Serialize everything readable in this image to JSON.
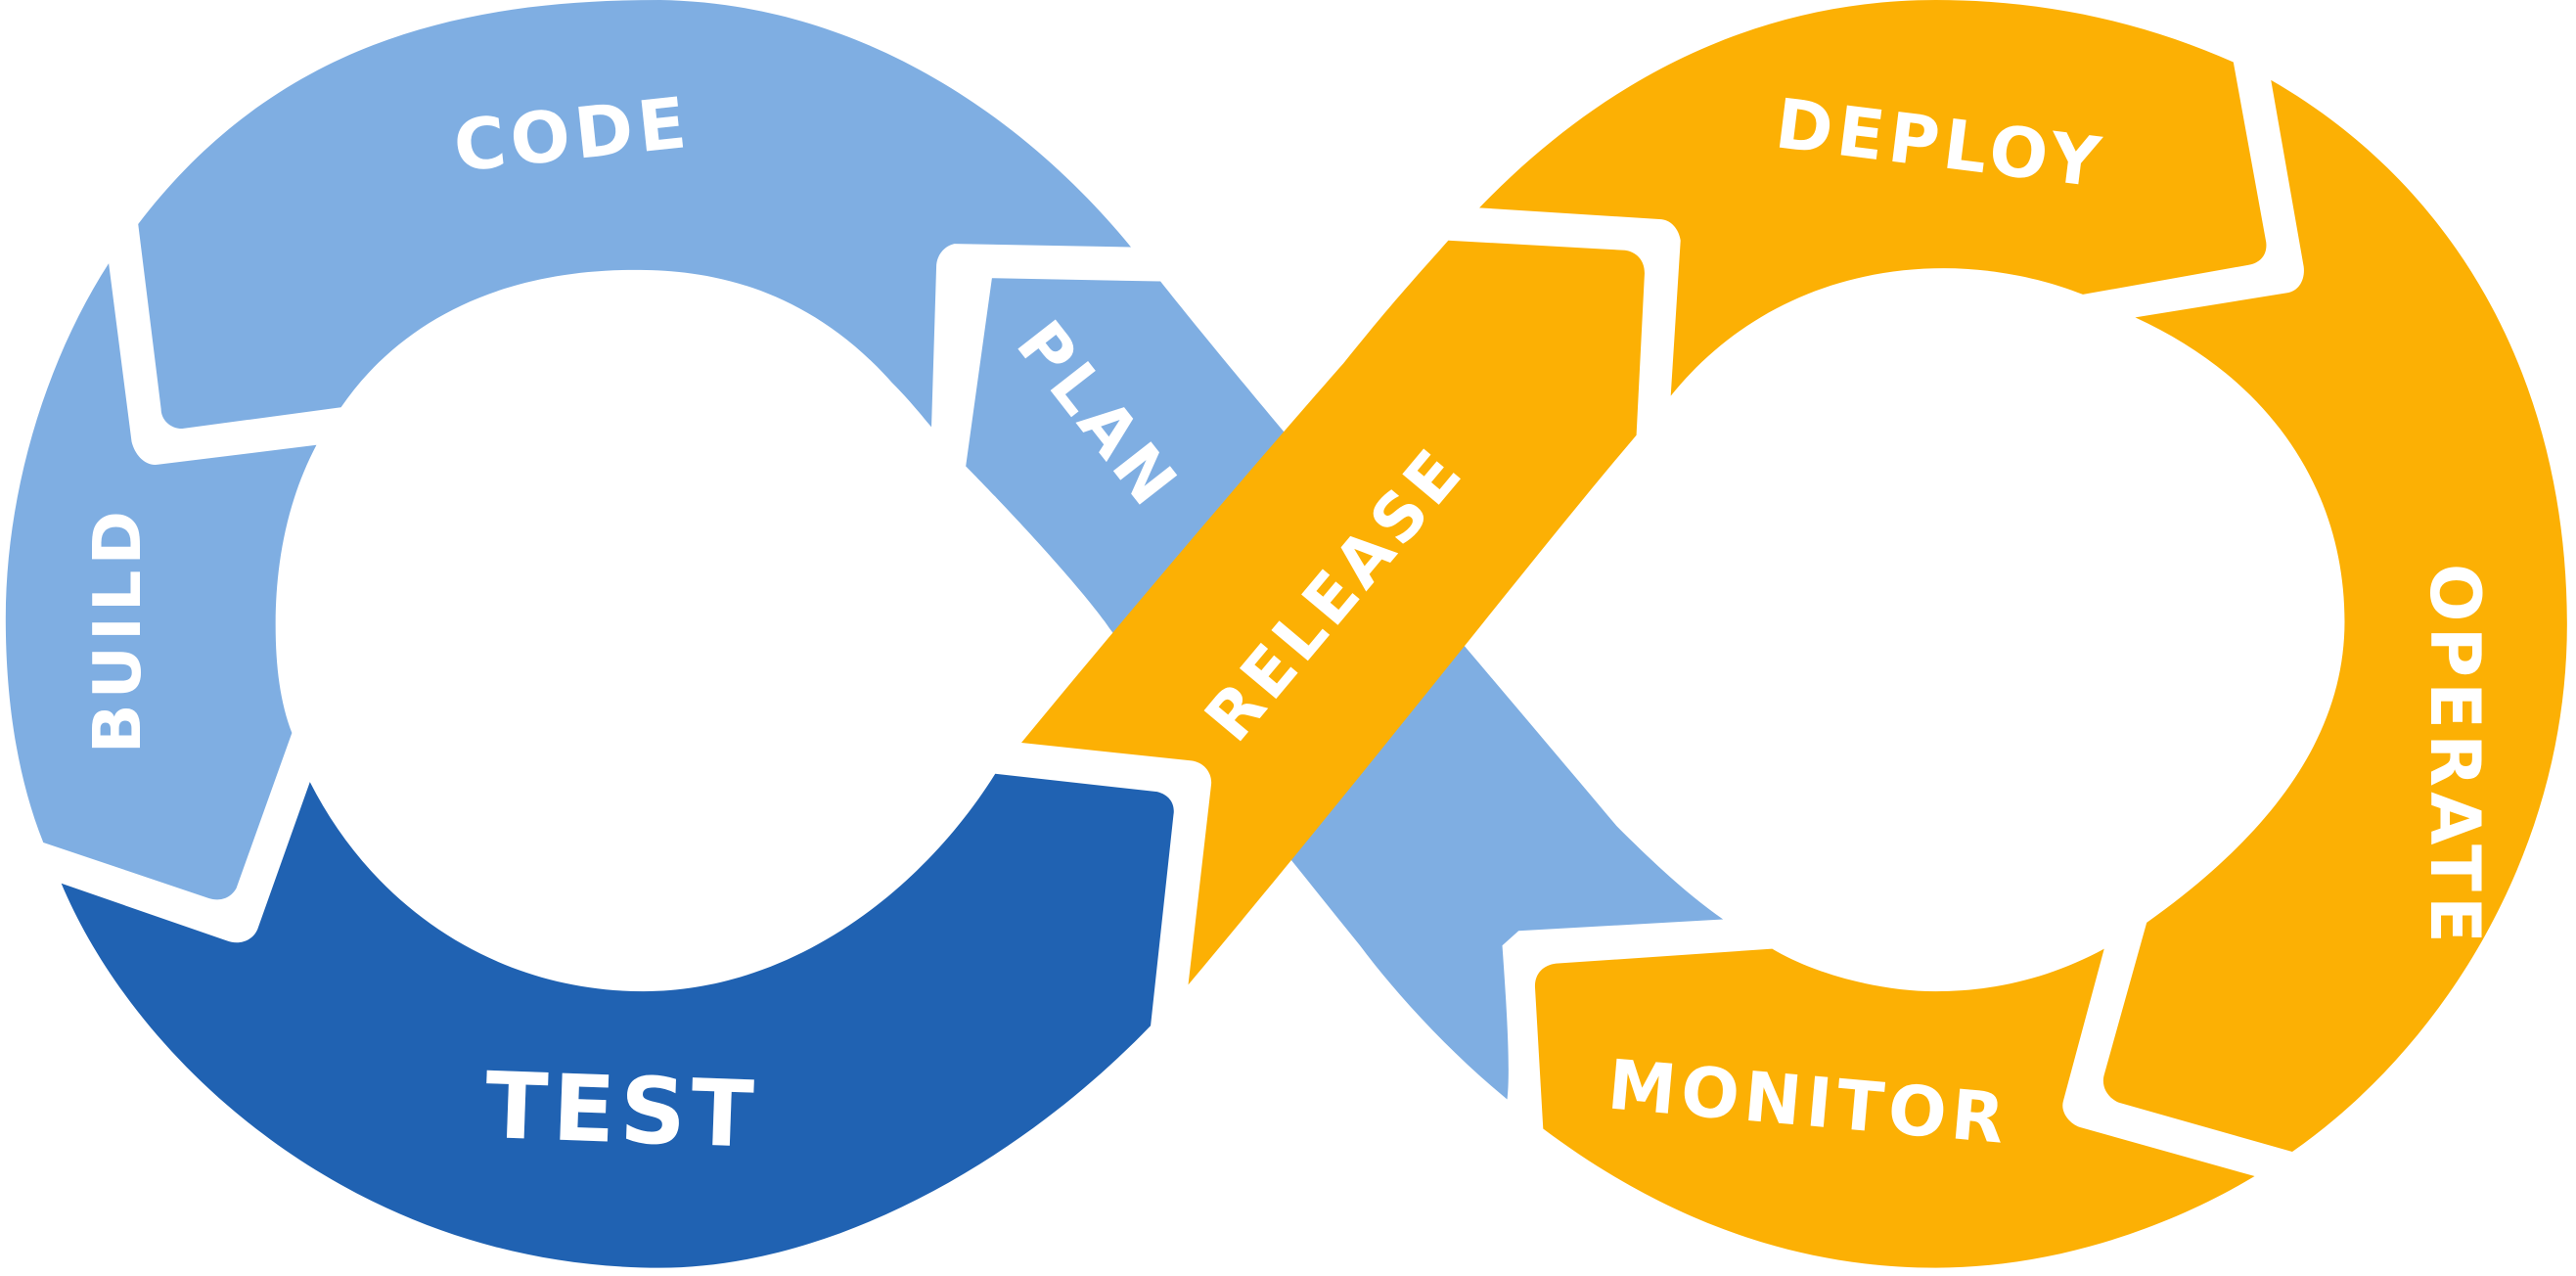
{
  "stages": {
    "plan": "PLAN",
    "code": "CODE",
    "build": "BUILD",
    "test": "TEST",
    "release": "RELEASE",
    "deploy": "DEPLOY",
    "operate": "OPERATE",
    "monitor": "MONITOR"
  },
  "colors": {
    "light_blue": "#7FAEE2",
    "dark_blue": "#2062B2",
    "orange": "#FCB004",
    "background": "#FFFFFF"
  }
}
